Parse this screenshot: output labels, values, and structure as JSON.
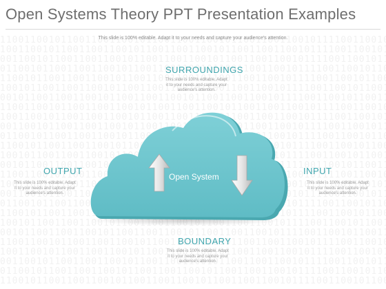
{
  "title": "Open Systems Theory PPT Presentation Examples",
  "subtitle": "This slide is 100% editable. Adapt it to your needs and capture your audience's attention.",
  "sections": {
    "surroundings": {
      "heading": "SURROUNDINGS",
      "desc": [
        "This slide is 100% editable. Adapt",
        "it to your needs and capture your",
        "audience's attention."
      ]
    },
    "output": {
      "heading": "OUTPUT",
      "desc": [
        "This slide is 100% editable. Adapt",
        "it to your needs and capture your",
        "audience's attention."
      ]
    },
    "input": {
      "heading": "INPUT",
      "desc": [
        "This slide is 100% editable. Adapt",
        "it to your needs and capture your",
        "audience's attention."
      ]
    },
    "boundary": {
      "heading": "BOUNDARY",
      "desc": [
        "This slide is 100% editable. Adapt",
        "it to your needs and capture your",
        "audience's attention."
      ]
    }
  },
  "cloud": {
    "label": "Open System",
    "fill": "#6cc7cf",
    "shadow": "#4aa8b0"
  },
  "colors": {
    "accent": "#3fa5ad",
    "title": "#6e6e6e"
  },
  "icons": {
    "up_arrow": "arrow-up-icon",
    "down_arrow": "arrow-down-icon"
  }
}
